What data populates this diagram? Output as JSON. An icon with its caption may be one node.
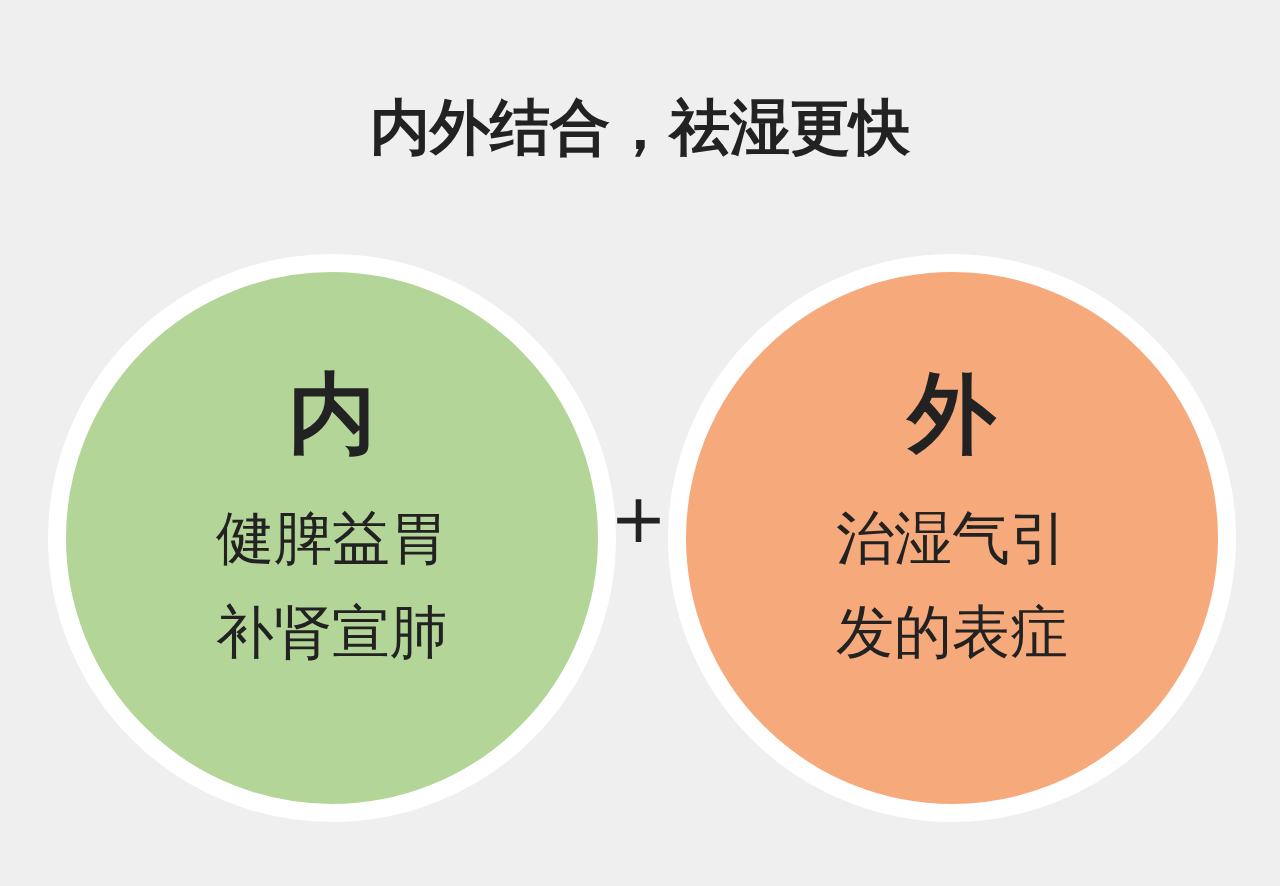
{
  "diagram": {
    "title": "内外结合，祛湿更快",
    "nodes": [
      {
        "text": [
          "内",
          "健脾益胃补肾宣肺"
        ]
      },
      {
        "text": [
          "外",
          "治湿气引发的表症"
        ]
      }
    ],
    "labels": [
      "+"
    ]
  }
}
